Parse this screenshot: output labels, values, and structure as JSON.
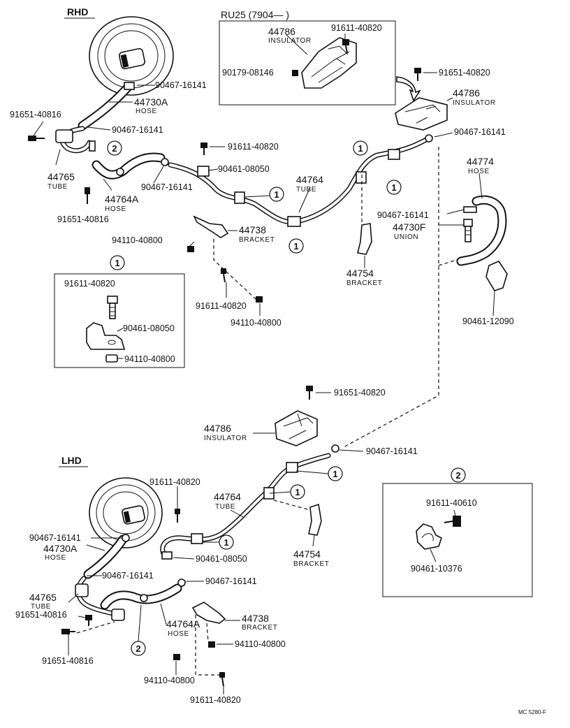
{
  "sections": {
    "rhd": "RHD",
    "lhd": "LHD",
    "ru25": "RU25 (7904—        )"
  },
  "marker": {
    "one": "1",
    "two": "2"
  },
  "parts": {
    "p44786": "44786",
    "p44774": "44774",
    "p44730A": "44730A",
    "p44730F": "44730F",
    "p44765": "44765",
    "p44764": "44764",
    "p44764A": "44764A",
    "p44738": "44738",
    "p44754": "44754",
    "p91611_40820": "91611-40820",
    "p91611_40610": "91611-40610",
    "p91651_40820": "91651-40820",
    "p91651_40816": "91651-40816",
    "p90179_08146": "90179-08146",
    "p90467_16141": "90467-16141",
    "p90461_08050": "90461-08050",
    "p90461_12090": "90461-12090",
    "p90461_10376": "90461-10376",
    "p94110_40800": "94110-40800"
  },
  "descriptors": {
    "insulator": "INSULATOR",
    "hose": "HOSE",
    "tube": "TUBE",
    "bracket": "BRACKET",
    "union": "UNION"
  },
  "footer": {
    "code": "MC 5280-F"
  }
}
